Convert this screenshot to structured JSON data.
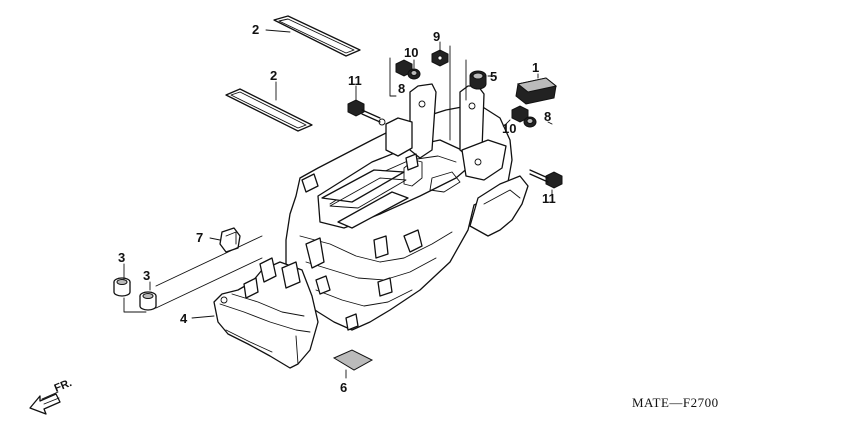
{
  "diagram": {
    "code": "MATE—F2700",
    "direction": "FR.",
    "callouts": {
      "c2a": "2",
      "c2b": "2",
      "c9": "9",
      "c10a": "10",
      "c11a": "11",
      "c8a": "8",
      "c5": "5",
      "c1": "1",
      "c10b": "10",
      "c8b": "8",
      "c11b": "11",
      "c7": "7",
      "c3a": "3",
      "c3b": "3",
      "c4": "4",
      "c6": "6"
    }
  },
  "colors": {
    "line": "#111111",
    "background": "#ffffff"
  }
}
